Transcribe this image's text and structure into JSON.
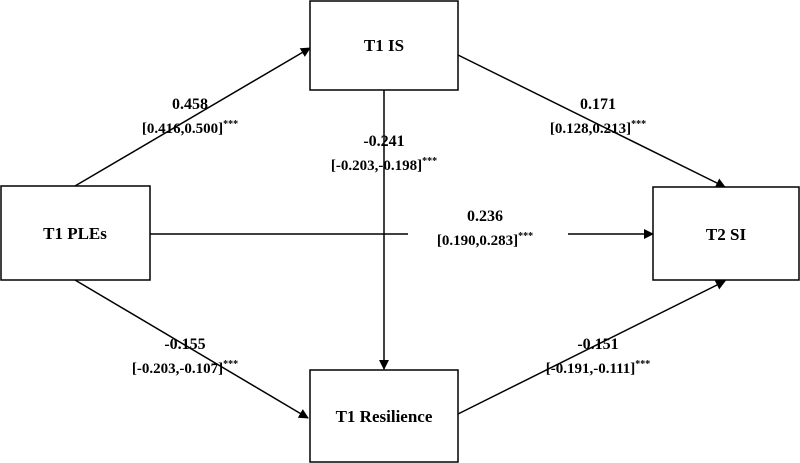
{
  "nodes": {
    "t1_is": "T1 IS",
    "t1_ples": "T1 PLEs",
    "t2_si": "T2 SI",
    "t1_resilience": "T1 Resilience"
  },
  "paths": {
    "ples_to_is": {
      "coef": "0.458",
      "ci": "[0.416,0.500]",
      "sig": "***"
    },
    "is_to_si": {
      "coef": "0.171",
      "ci": "[0.128,0.213]",
      "sig": "***"
    },
    "is_to_resilience": {
      "coef": "-0.241",
      "ci": "[-0.203,-0.198]",
      "sig": "***"
    },
    "ples_to_si": {
      "coef": "0.236",
      "ci": "[0.190,0.283]",
      "sig": "***"
    },
    "ples_to_resilience": {
      "coef": "-0.155",
      "ci": "[-0.203,-0.107]",
      "sig": "***"
    },
    "resilience_to_si": {
      "coef": "-0.151",
      "ci": "[-0.191,-0.111]",
      "sig": "***"
    }
  },
  "colors": {
    "stroke": "#000000",
    "background": "#ffffff"
  }
}
